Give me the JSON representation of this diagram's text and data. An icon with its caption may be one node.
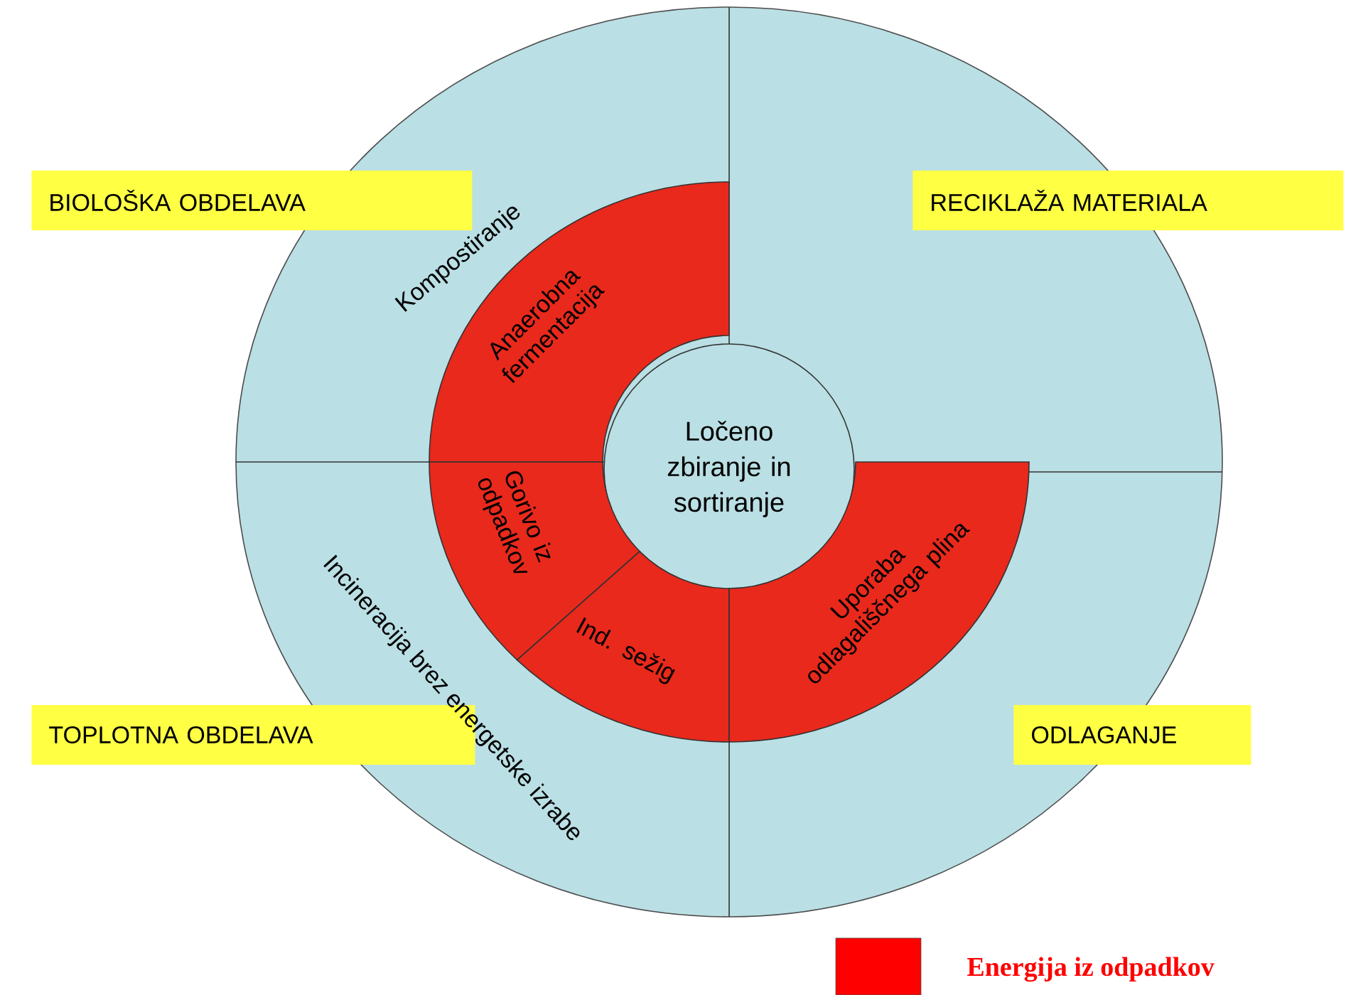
{
  "diagram": {
    "nodes": [
      {
        "text": [
          "BIOLOŠKA OBDELAVA"
        ]
      },
      {
        "text": [
          "RECIKLAŽA MATERIALA"
        ]
      },
      {
        "text": [
          "Anaerobna fermentacija"
        ]
      },
      {
        "text": [
          "Ločeno zbiranje in sortiranje"
        ]
      },
      {
        "text": [
          "Gorivo iz odpadkov"
        ]
      },
      {
        "text": [
          "Ind. sežig"
        ]
      },
      {
        "text": [
          "Uporaba odlagališčnega plina"
        ]
      },
      {
        "text": [
          "TOPLOTNA OBDELAVA"
        ]
      },
      {
        "text": [
          "ODLAGANJE"
        ]
      }
    ],
    "labels": [
      "Kompostiranje",
      "Incineracija brez energetske izrabe"
    ],
    "legend": [
      {
        "text": "Energija iz odpadkov",
        "color": "#ff0000"
      }
    ]
  }
}
